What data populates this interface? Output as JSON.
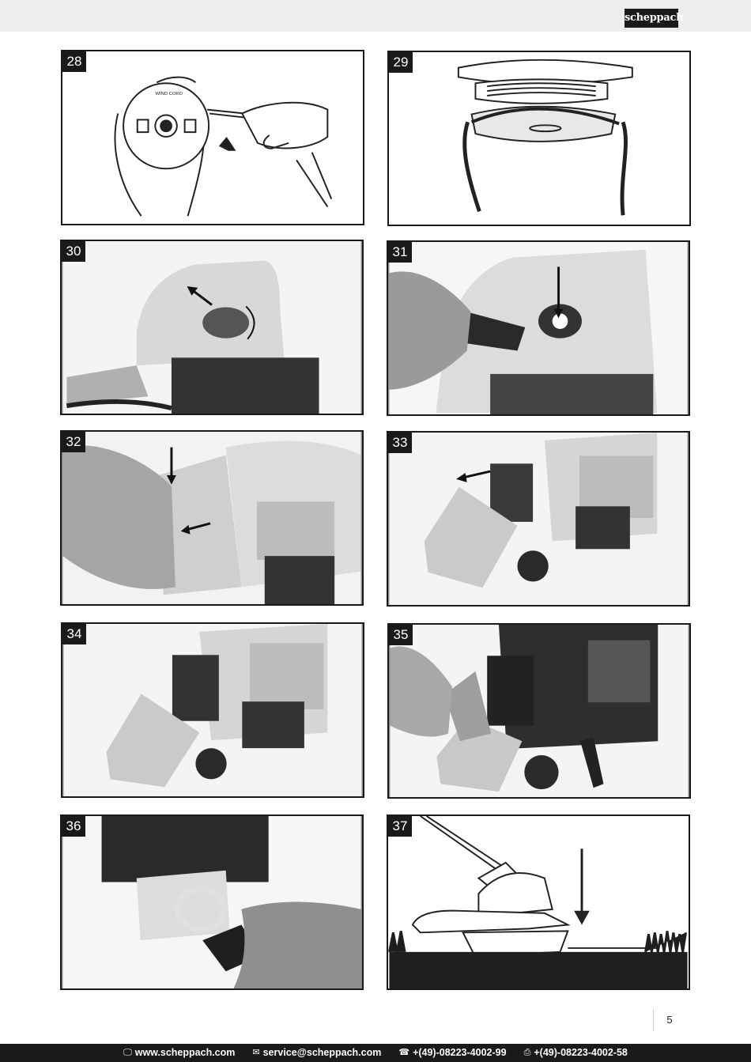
{
  "header": {
    "brand": "scheppach"
  },
  "figures": [
    {
      "label": "28"
    },
    {
      "label": "29"
    },
    {
      "label": "30"
    },
    {
      "label": "31"
    },
    {
      "label": "32"
    },
    {
      "label": "33"
    },
    {
      "label": "34"
    },
    {
      "label": "35"
    },
    {
      "label": "36"
    },
    {
      "label": "37"
    }
  ],
  "fig28": {
    "spool_text": "WIND CORD"
  },
  "page_number": "5",
  "footer": {
    "website": "www.scheppach.com",
    "email": "service@scheppach.com",
    "phone": "+(49)-08223-4002-99",
    "fax": "+(49)-08223-4002-58",
    "icons": [
      "computer-icon",
      "mail-icon",
      "phone-icon",
      "fax-icon"
    ]
  },
  "colors": {
    "bar": "#1a1a1a",
    "top_band": "#ededed"
  }
}
